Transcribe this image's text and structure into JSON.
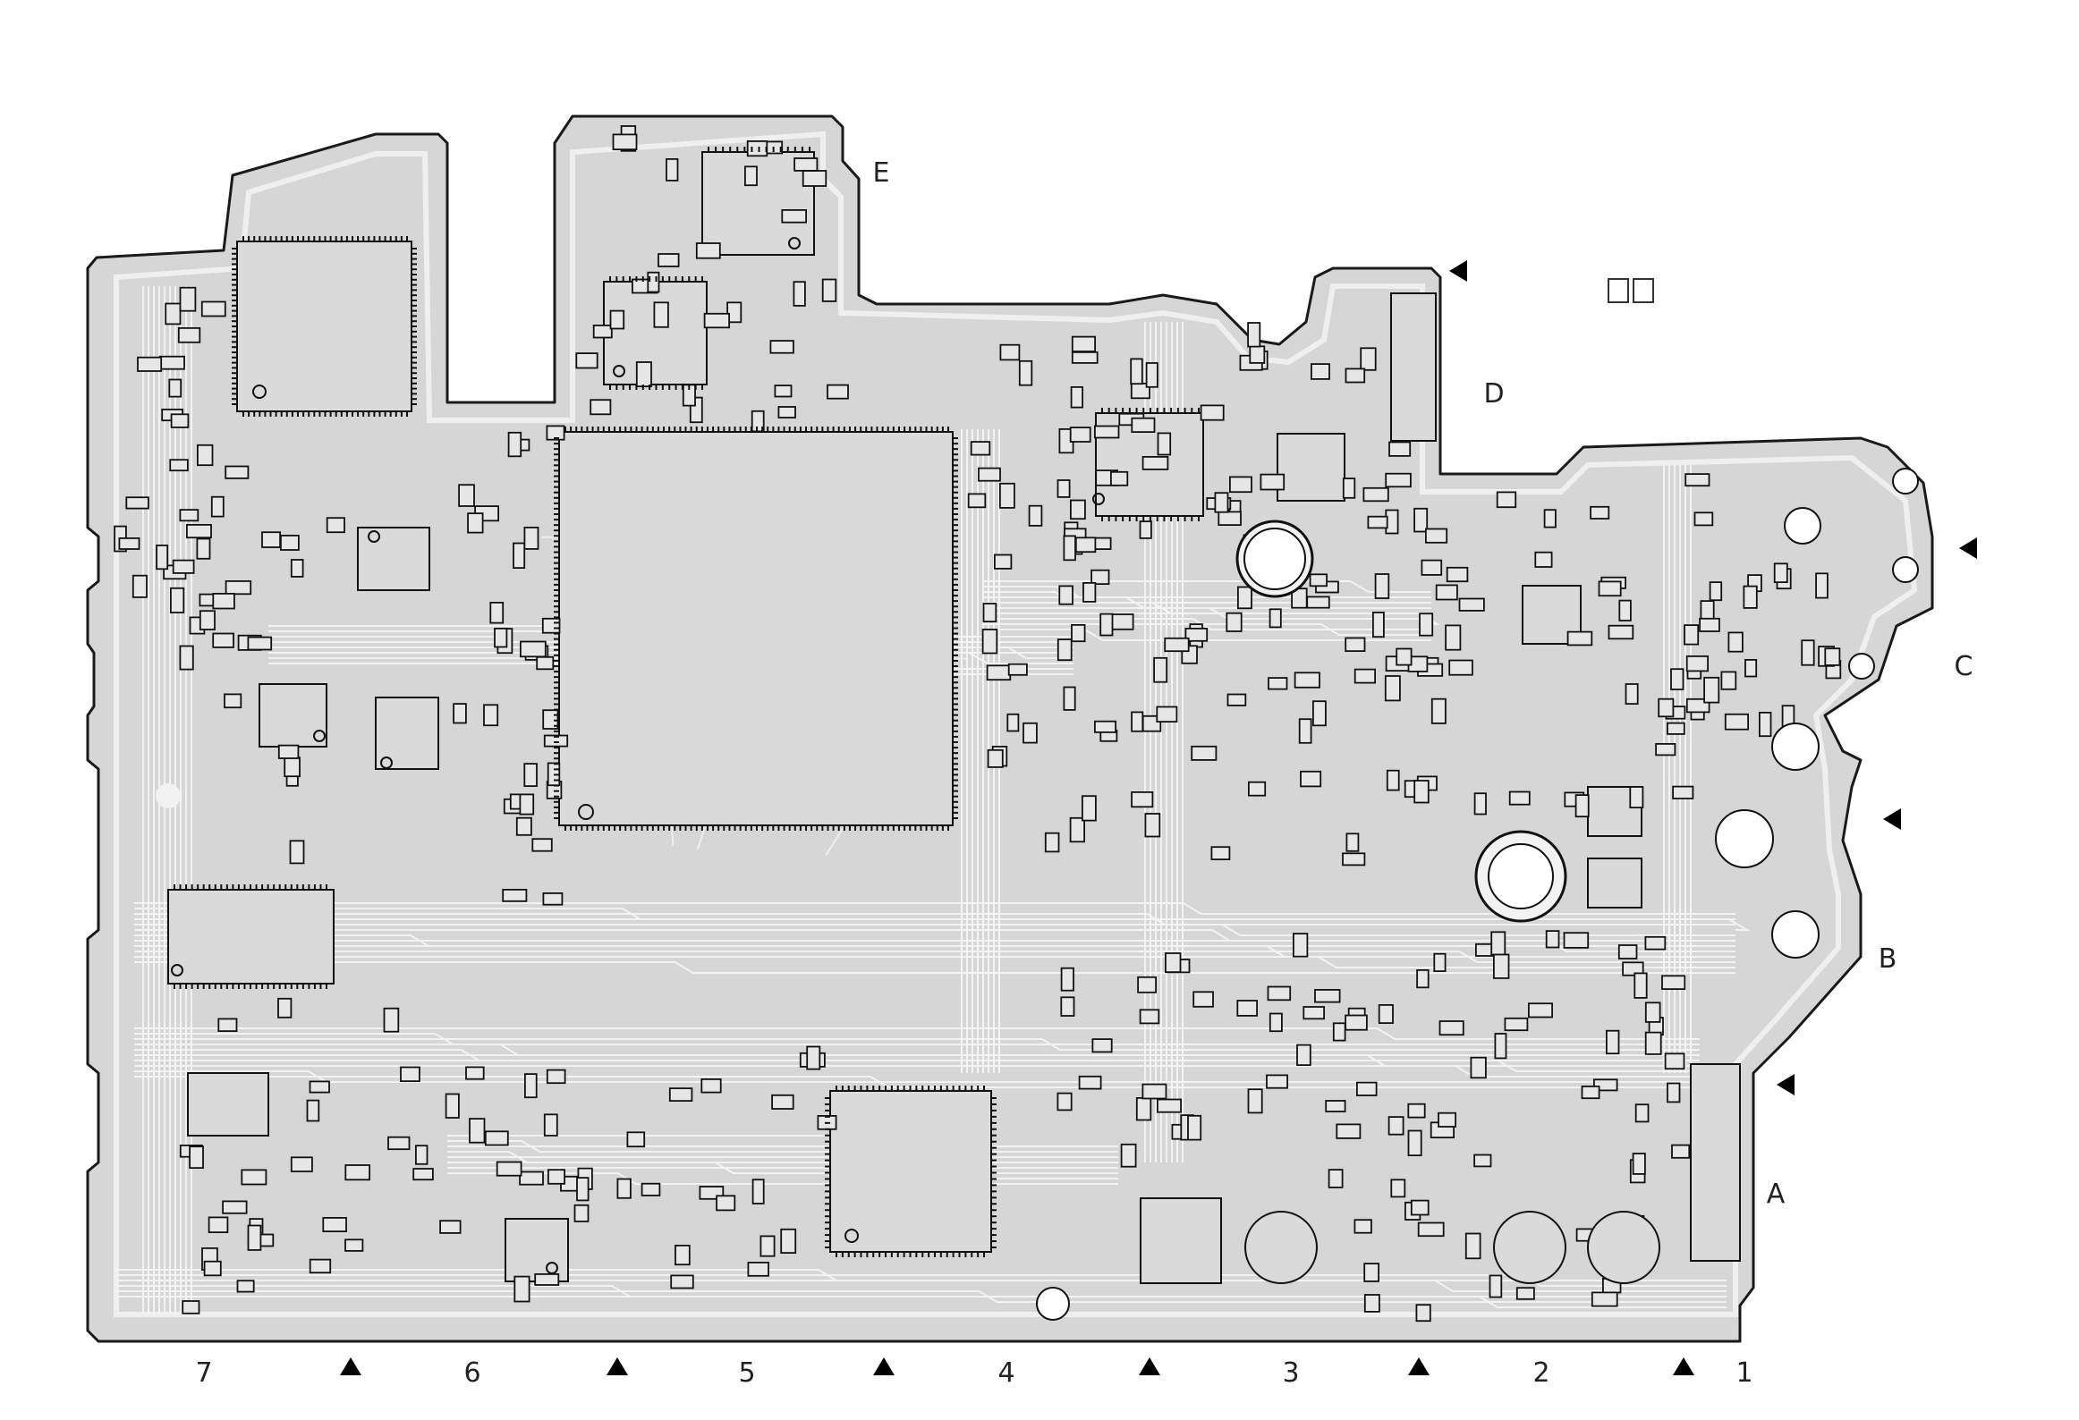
{
  "diagram": {
    "title_glyphs": "□□",
    "grid": {
      "columns": [
        "7",
        "6",
        "5",
        "4",
        "3",
        "2",
        "1"
      ],
      "rows": [
        "A",
        "B",
        "C",
        "D",
        "E"
      ]
    },
    "colors": {
      "board": "#d6d6d6",
      "board_outline": "#1a1a1a",
      "trace": "#f2f2f2",
      "component": "#e4e4e4",
      "component_outline": "#111111",
      "label": "#222222"
    }
  }
}
